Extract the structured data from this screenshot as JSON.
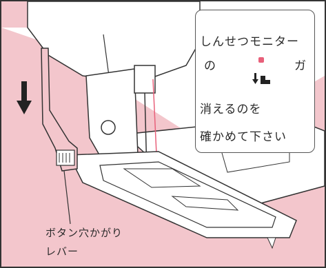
{
  "bubble": {
    "line1": "しんせつモニター",
    "line2_left": "の",
    "line2_right": "ガ",
    "indicator_icon": "buttonhole-lever-down-icon",
    "indicator_color": "#e8607a",
    "line3": "消えるのを",
    "line4": "確かめて下さい"
  },
  "callout": {
    "line1": "ボタン穴かがり",
    "line2": "レバー"
  },
  "colors": {
    "pink_bg": "#f3c6cc",
    "outline": "#333333"
  }
}
